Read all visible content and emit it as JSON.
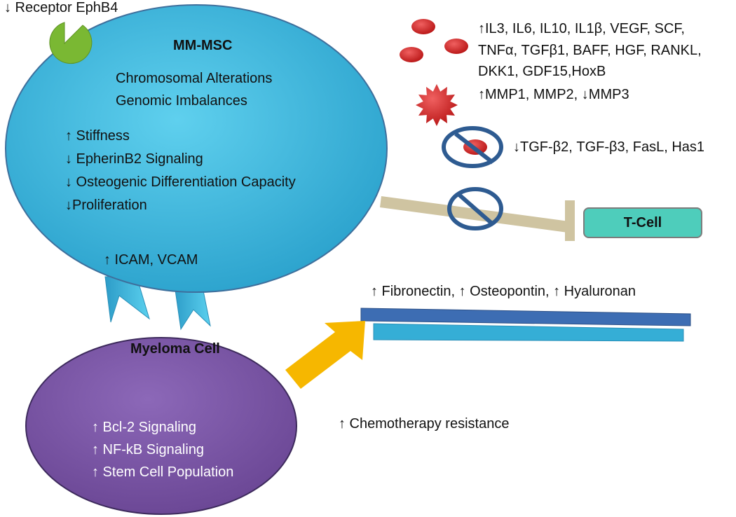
{
  "receptor_label": "↓ Receptor EphB4",
  "msc": {
    "title": "MM-MSC",
    "alterations": [
      "Chromosomal Alterations",
      "Genomic Imbalances"
    ],
    "changes": [
      "↑ Stiffness",
      "↓  EpherinB2 Signaling",
      "↓  Osteogenic Differentiation Capacity",
      "↓Proliferation"
    ],
    "adhesion": "↑ ICAM, VCAM"
  },
  "cytokines": {
    "lines": [
      "↑IL3, IL6, IL10, IL1β, VEGF, SCF,",
      "TNFα, TGFβ1, BAFF, HGF, RANKL,",
      "DKK1, GDF15,HoxB"
    ],
    "mmp": "↑MMP1, MMP2, ↓MMP3",
    "decreased": "↓TGF-β2, TGF-β3, FasL, Has1"
  },
  "tcell_label": "T-Cell",
  "ecm_label": "↑ Fibronectin, ↑ Osteopontin, ↑ Hyaluronan",
  "myeloma": {
    "title": "Myeloma Cell",
    "changes": [
      "↑ Bcl-2 Signaling",
      "↑ NF-kB Signaling",
      "↑ Stem Cell Population"
    ]
  },
  "chemo_label": "↑ Chemotherapy resistance",
  "colors": {
    "msc_fill": "#35b3d6",
    "myeloma_fill": "#7b56a5",
    "tcell_fill": "#4ecdbb",
    "cytokine_red": "#d42525",
    "inhibit_bar": "#cfc4a1",
    "no_symbol": "#2e5b91",
    "ecm_dark": "#3d6db3",
    "ecm_light": "#35aed6",
    "arrow_yellow": "#f6b700",
    "receptor_green": "#7ab833"
  }
}
